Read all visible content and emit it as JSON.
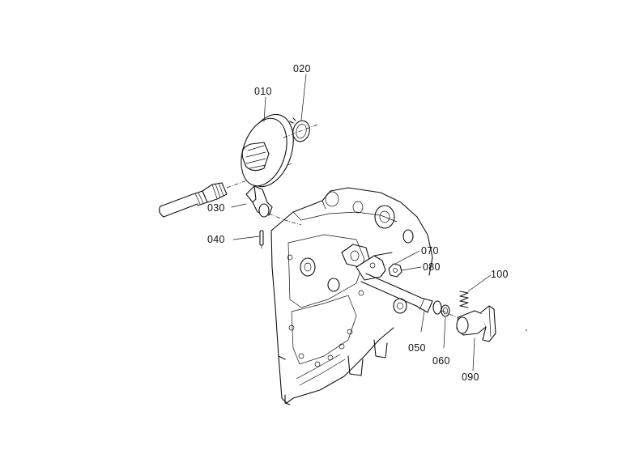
{
  "diagram": {
    "callouts": [
      {
        "id": "p010",
        "label": "010"
      },
      {
        "id": "p020",
        "label": "020"
      },
      {
        "id": "p030",
        "label": "030"
      },
      {
        "id": "p040",
        "label": "040"
      },
      {
        "id": "p050",
        "label": "050"
      },
      {
        "id": "p060",
        "label": "060"
      },
      {
        "id": "p070",
        "label": "070"
      },
      {
        "id": "p080",
        "label": "080"
      },
      {
        "id": "p090",
        "label": "090"
      },
      {
        "id": "p100",
        "label": "100"
      }
    ]
  }
}
